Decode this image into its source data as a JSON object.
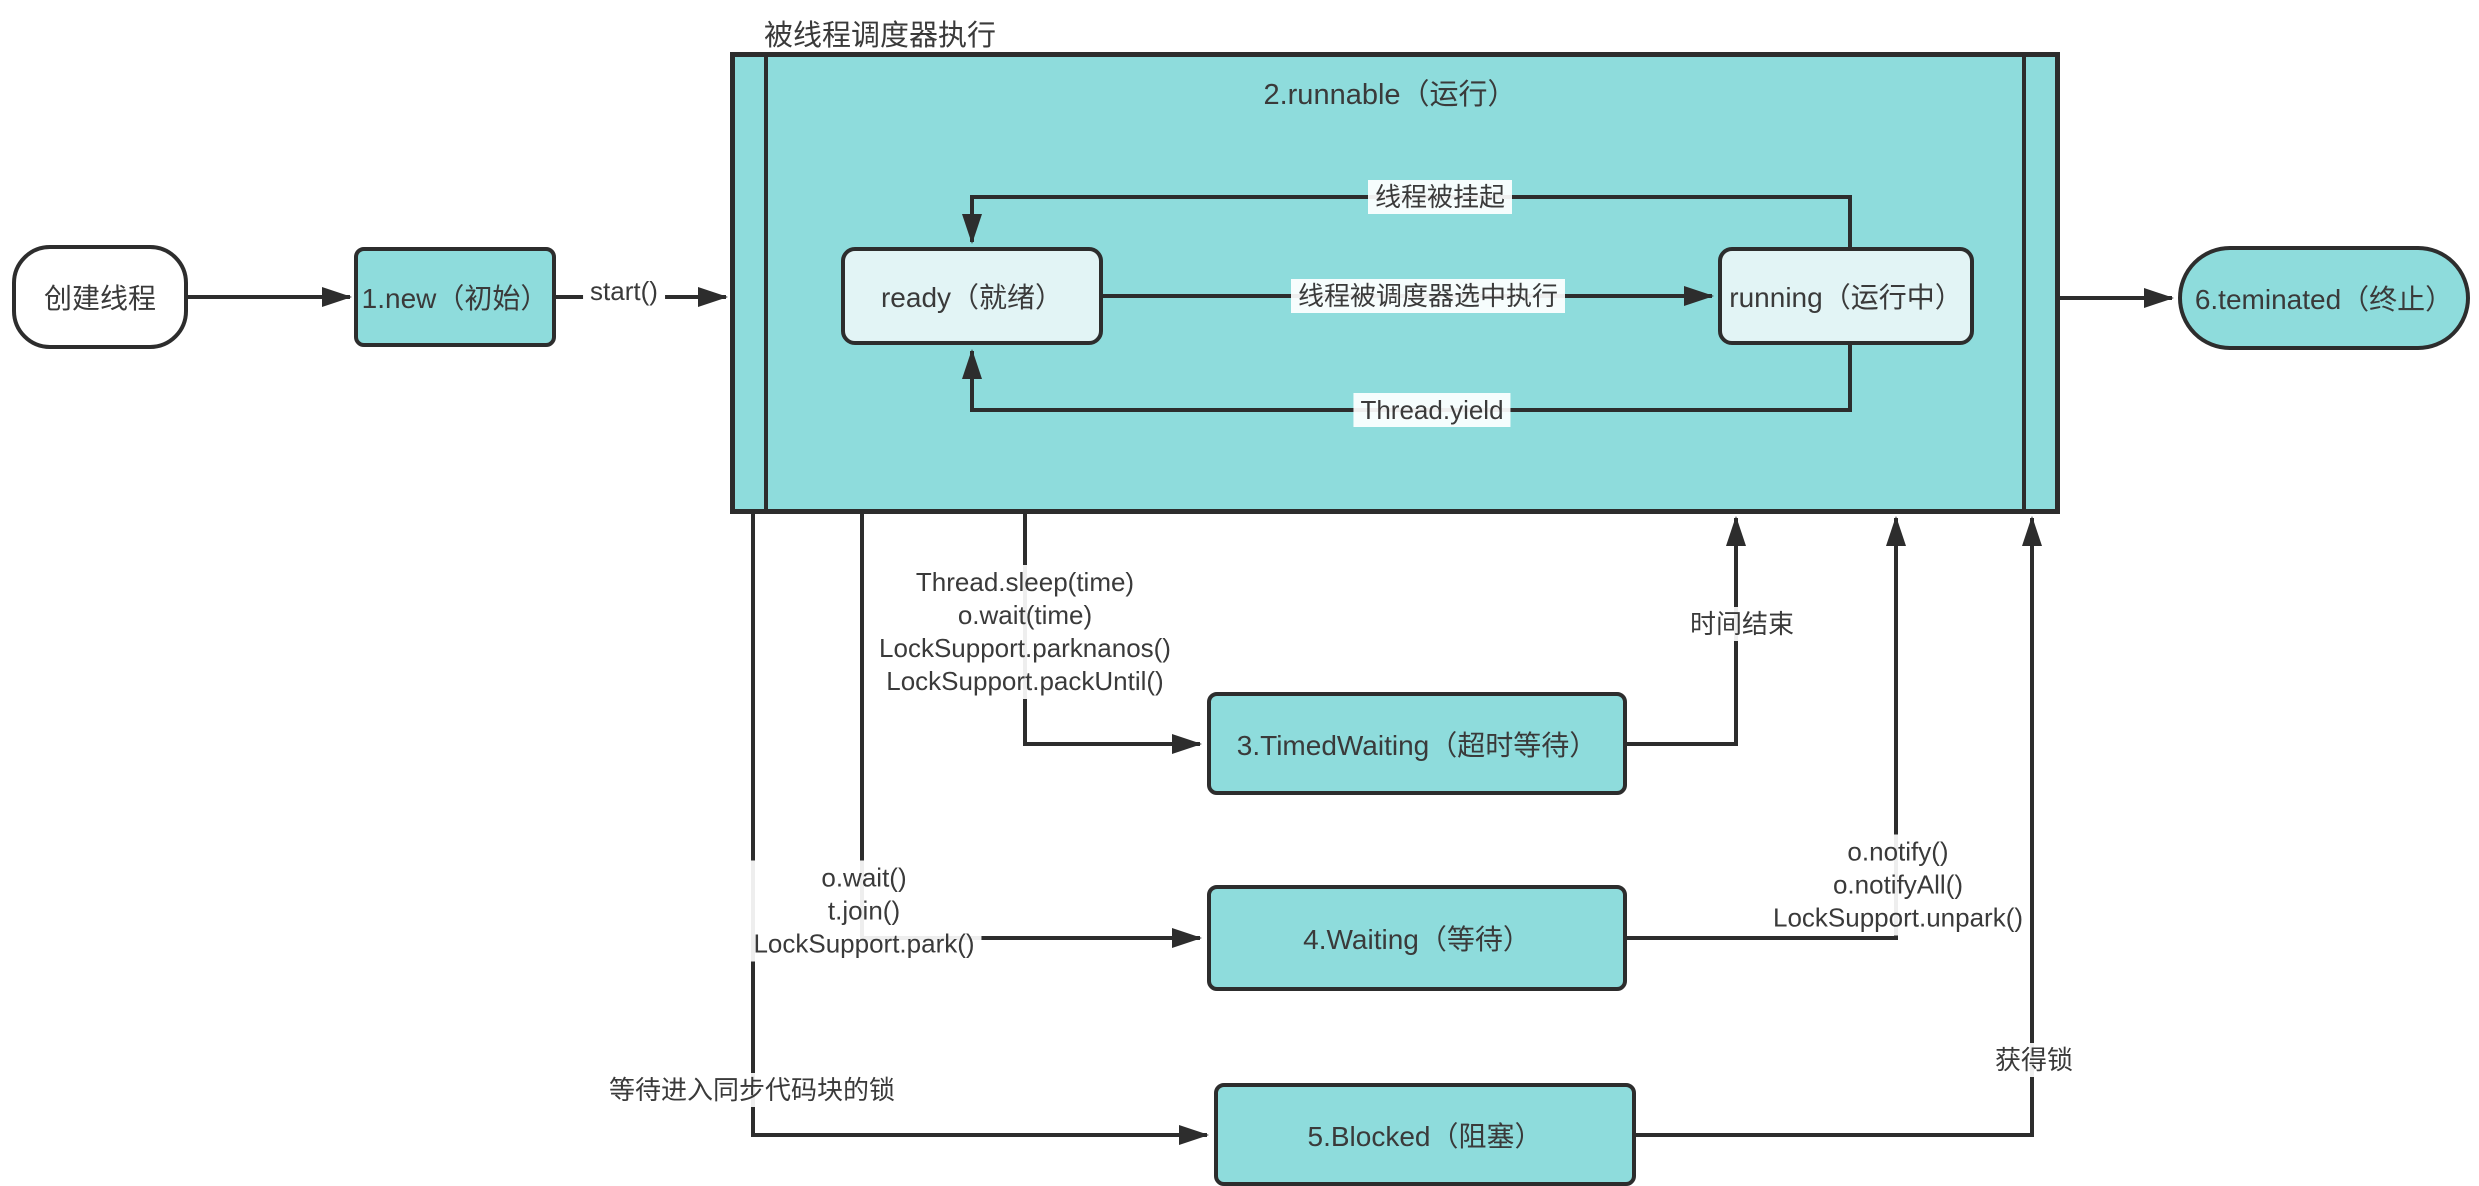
{
  "diagram": {
    "outside_title": "被线程调度器执行",
    "container_title": "2.runnable（运行）",
    "nodes": {
      "create": {
        "label": "创建线程"
      },
      "new": {
        "label": "1.new（初始）"
      },
      "ready": {
        "label": "ready（就绪）"
      },
      "running": {
        "label": "running（运行中）"
      },
      "timedwaiting": {
        "label": "3.TimedWaiting（超时等待）"
      },
      "waiting": {
        "label": "4.Waiting（等待）"
      },
      "blocked": {
        "label": "5.Blocked（阻塞）"
      },
      "terminated": {
        "label": "6.teminated（终止）"
      }
    },
    "edge_labels": {
      "start": "start()",
      "suspend": "线程被挂起",
      "selected": "线程被调度器选中执行",
      "yield": "Thread.yield",
      "time_end": "时间结束",
      "lock_wait": "等待进入同步代码块的锁",
      "lock_acquired": "获得锁",
      "timed_methods": [
        "Thread.sleep(time)",
        "o.wait(time)",
        "LockSupport.parknanos()",
        "LockSupport.packUntil()"
      ],
      "wait_methods": [
        "o.wait()",
        "t.join()",
        "LockSupport.park()"
      ],
      "notify_methods": [
        "o.notify()",
        "o.notifyAll()",
        "LockSupport.unpark()"
      ]
    },
    "colors": {
      "node_fill": "#8edcdc",
      "inner_node_fill": "#e2f4f5",
      "stroke": "#2d2d2d",
      "background": "#ffffff"
    }
  }
}
